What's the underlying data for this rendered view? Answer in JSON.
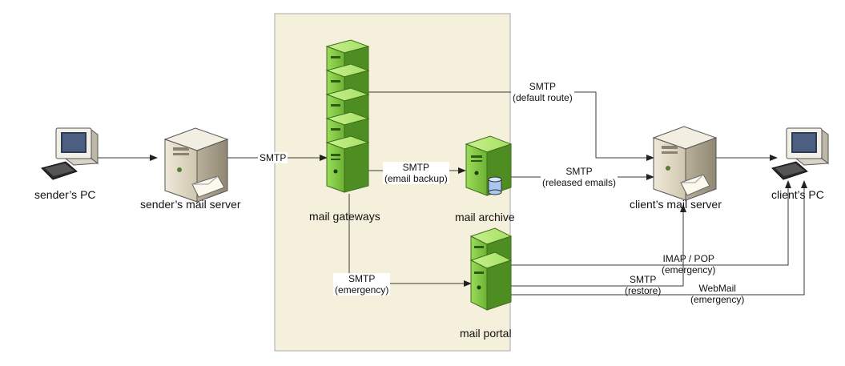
{
  "colors": {
    "zone_fill": "#f5f0dc",
    "zone_stroke": "#aaaaaa",
    "server_green": "#8fd14f",
    "server_green_dark": "#5a9a2a",
    "server_beige": "#e9e3d4",
    "line": "#3a3a3a"
  },
  "nodes": {
    "senders_pc": {
      "label": "sender’s PC",
      "icon": "desktop-pc-icon"
    },
    "senders_mail_server": {
      "label": "sender’s mail server",
      "icon": "mail-server-icon"
    },
    "mail_gateways": {
      "label": "mail gateways",
      "icon": "server-stack-icon"
    },
    "mail_archive": {
      "label": "mail archive",
      "icon": "archive-server-icon"
    },
    "mail_portal": {
      "label": "mail portal",
      "icon": "portal-server-icon"
    },
    "clients_mail_server": {
      "label": "client’s mail server",
      "icon": "mail-server-icon"
    },
    "clients_pc": {
      "label": "client’s PC",
      "icon": "desktop-pc-icon"
    }
  },
  "edges": {
    "smtp_in": {
      "line1": "SMTP"
    },
    "default_route": {
      "line1": "SMTP",
      "line2": "(default route)"
    },
    "email_backup": {
      "line1": "SMTP",
      "line2": "(email backup)"
    },
    "released_emails": {
      "line1": "SMTP",
      "line2": "(released emails)"
    },
    "emergency": {
      "line1": "SMTP",
      "line2": "(emergency)"
    },
    "imap_pop": {
      "line1": "IMAP / POP",
      "line2": "(emergency)"
    },
    "restore": {
      "line1": "SMTP",
      "line2": "(restore)"
    },
    "webmail": {
      "line1": "WebMail",
      "line2": "(emergency)"
    }
  }
}
